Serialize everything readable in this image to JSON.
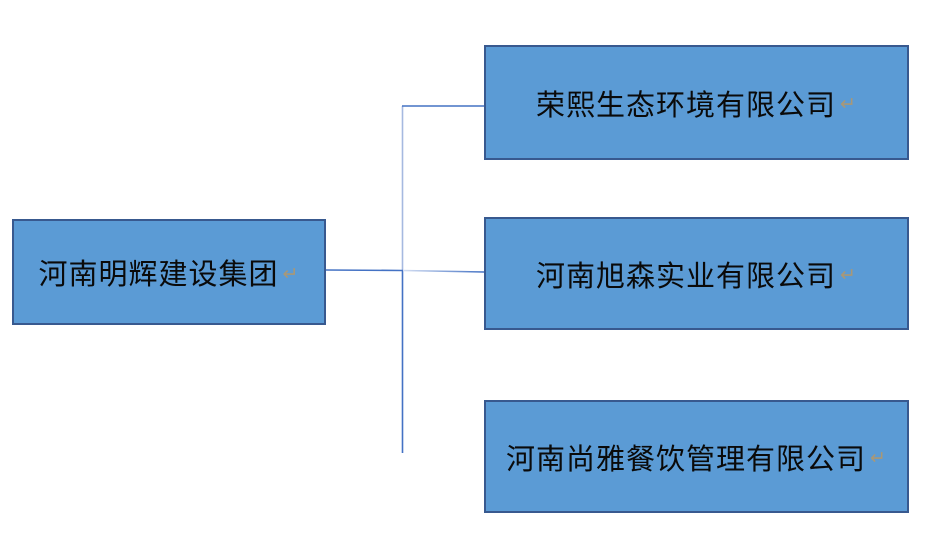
{
  "diagram": {
    "type": "org-chart",
    "background_color": "#ffffff",
    "box_fill_color": "#5b9bd5",
    "box_border_color": "#38598f",
    "connector_color": "#4472c4",
    "text_color": "#0a0a0a",
    "paragraph_mark": "↵",
    "paragraph_mark_color": "#a89878",
    "root": {
      "label": "河南明辉建设集团"
    },
    "children": [
      {
        "label": "荣熙生态环境有限公司"
      },
      {
        "label": "河南旭森实业有限公司"
      },
      {
        "label": "河南尚雅餐饮管理有限公司"
      }
    ]
  }
}
